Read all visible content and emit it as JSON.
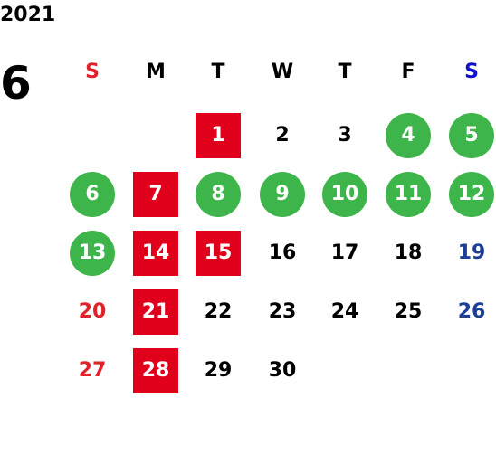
{
  "header": {
    "year": "2021",
    "month": "6"
  },
  "colors": {
    "text_default": "#000000",
    "sunday": "#e0222b",
    "saturday_header": "#1010d0",
    "saturday_number": "#1c3f95",
    "red_box": "#e0001b",
    "green_circle": "#3db54a",
    "marked_text": "#ffffff"
  },
  "weekdays": [
    "S",
    "M",
    "T",
    "W",
    "T",
    "F",
    "S"
  ],
  "days": [
    {
      "label": "1",
      "col": 2,
      "row": 0,
      "style": "red-square"
    },
    {
      "label": "2",
      "col": 3,
      "row": 0,
      "style": "plain"
    },
    {
      "label": "3",
      "col": 4,
      "row": 0,
      "style": "plain"
    },
    {
      "label": "4",
      "col": 5,
      "row": 0,
      "style": "green-circle"
    },
    {
      "label": "5",
      "col": 6,
      "row": 0,
      "style": "green-circle"
    },
    {
      "label": "6",
      "col": 0,
      "row": 1,
      "style": "green-circle"
    },
    {
      "label": "7",
      "col": 1,
      "row": 1,
      "style": "red-square"
    },
    {
      "label": "8",
      "col": 2,
      "row": 1,
      "style": "green-circle"
    },
    {
      "label": "9",
      "col": 3,
      "row": 1,
      "style": "green-circle"
    },
    {
      "label": "10",
      "col": 4,
      "row": 1,
      "style": "green-circle"
    },
    {
      "label": "11",
      "col": 5,
      "row": 1,
      "style": "green-circle"
    },
    {
      "label": "12",
      "col": 6,
      "row": 1,
      "style": "green-circle"
    },
    {
      "label": "13",
      "col": 0,
      "row": 2,
      "style": "green-circle"
    },
    {
      "label": "14",
      "col": 1,
      "row": 2,
      "style": "red-square"
    },
    {
      "label": "15",
      "col": 2,
      "row": 2,
      "style": "red-square"
    },
    {
      "label": "16",
      "col": 3,
      "row": 2,
      "style": "plain"
    },
    {
      "label": "17",
      "col": 4,
      "row": 2,
      "style": "plain"
    },
    {
      "label": "18",
      "col": 5,
      "row": 2,
      "style": "plain"
    },
    {
      "label": "19",
      "col": 6,
      "row": 2,
      "style": "plain"
    },
    {
      "label": "20",
      "col": 0,
      "row": 3,
      "style": "plain"
    },
    {
      "label": "21",
      "col": 1,
      "row": 3,
      "style": "red-square"
    },
    {
      "label": "22",
      "col": 2,
      "row": 3,
      "style": "plain"
    },
    {
      "label": "23",
      "col": 3,
      "row": 3,
      "style": "plain"
    },
    {
      "label": "24",
      "col": 4,
      "row": 3,
      "style": "plain"
    },
    {
      "label": "25",
      "col": 5,
      "row": 3,
      "style": "plain"
    },
    {
      "label": "26",
      "col": 6,
      "row": 3,
      "style": "plain"
    },
    {
      "label": "27",
      "col": 0,
      "row": 4,
      "style": "plain"
    },
    {
      "label": "28",
      "col": 1,
      "row": 4,
      "style": "red-square"
    },
    {
      "label": "29",
      "col": 2,
      "row": 4,
      "style": "plain"
    },
    {
      "label": "30",
      "col": 3,
      "row": 4,
      "style": "plain"
    }
  ]
}
